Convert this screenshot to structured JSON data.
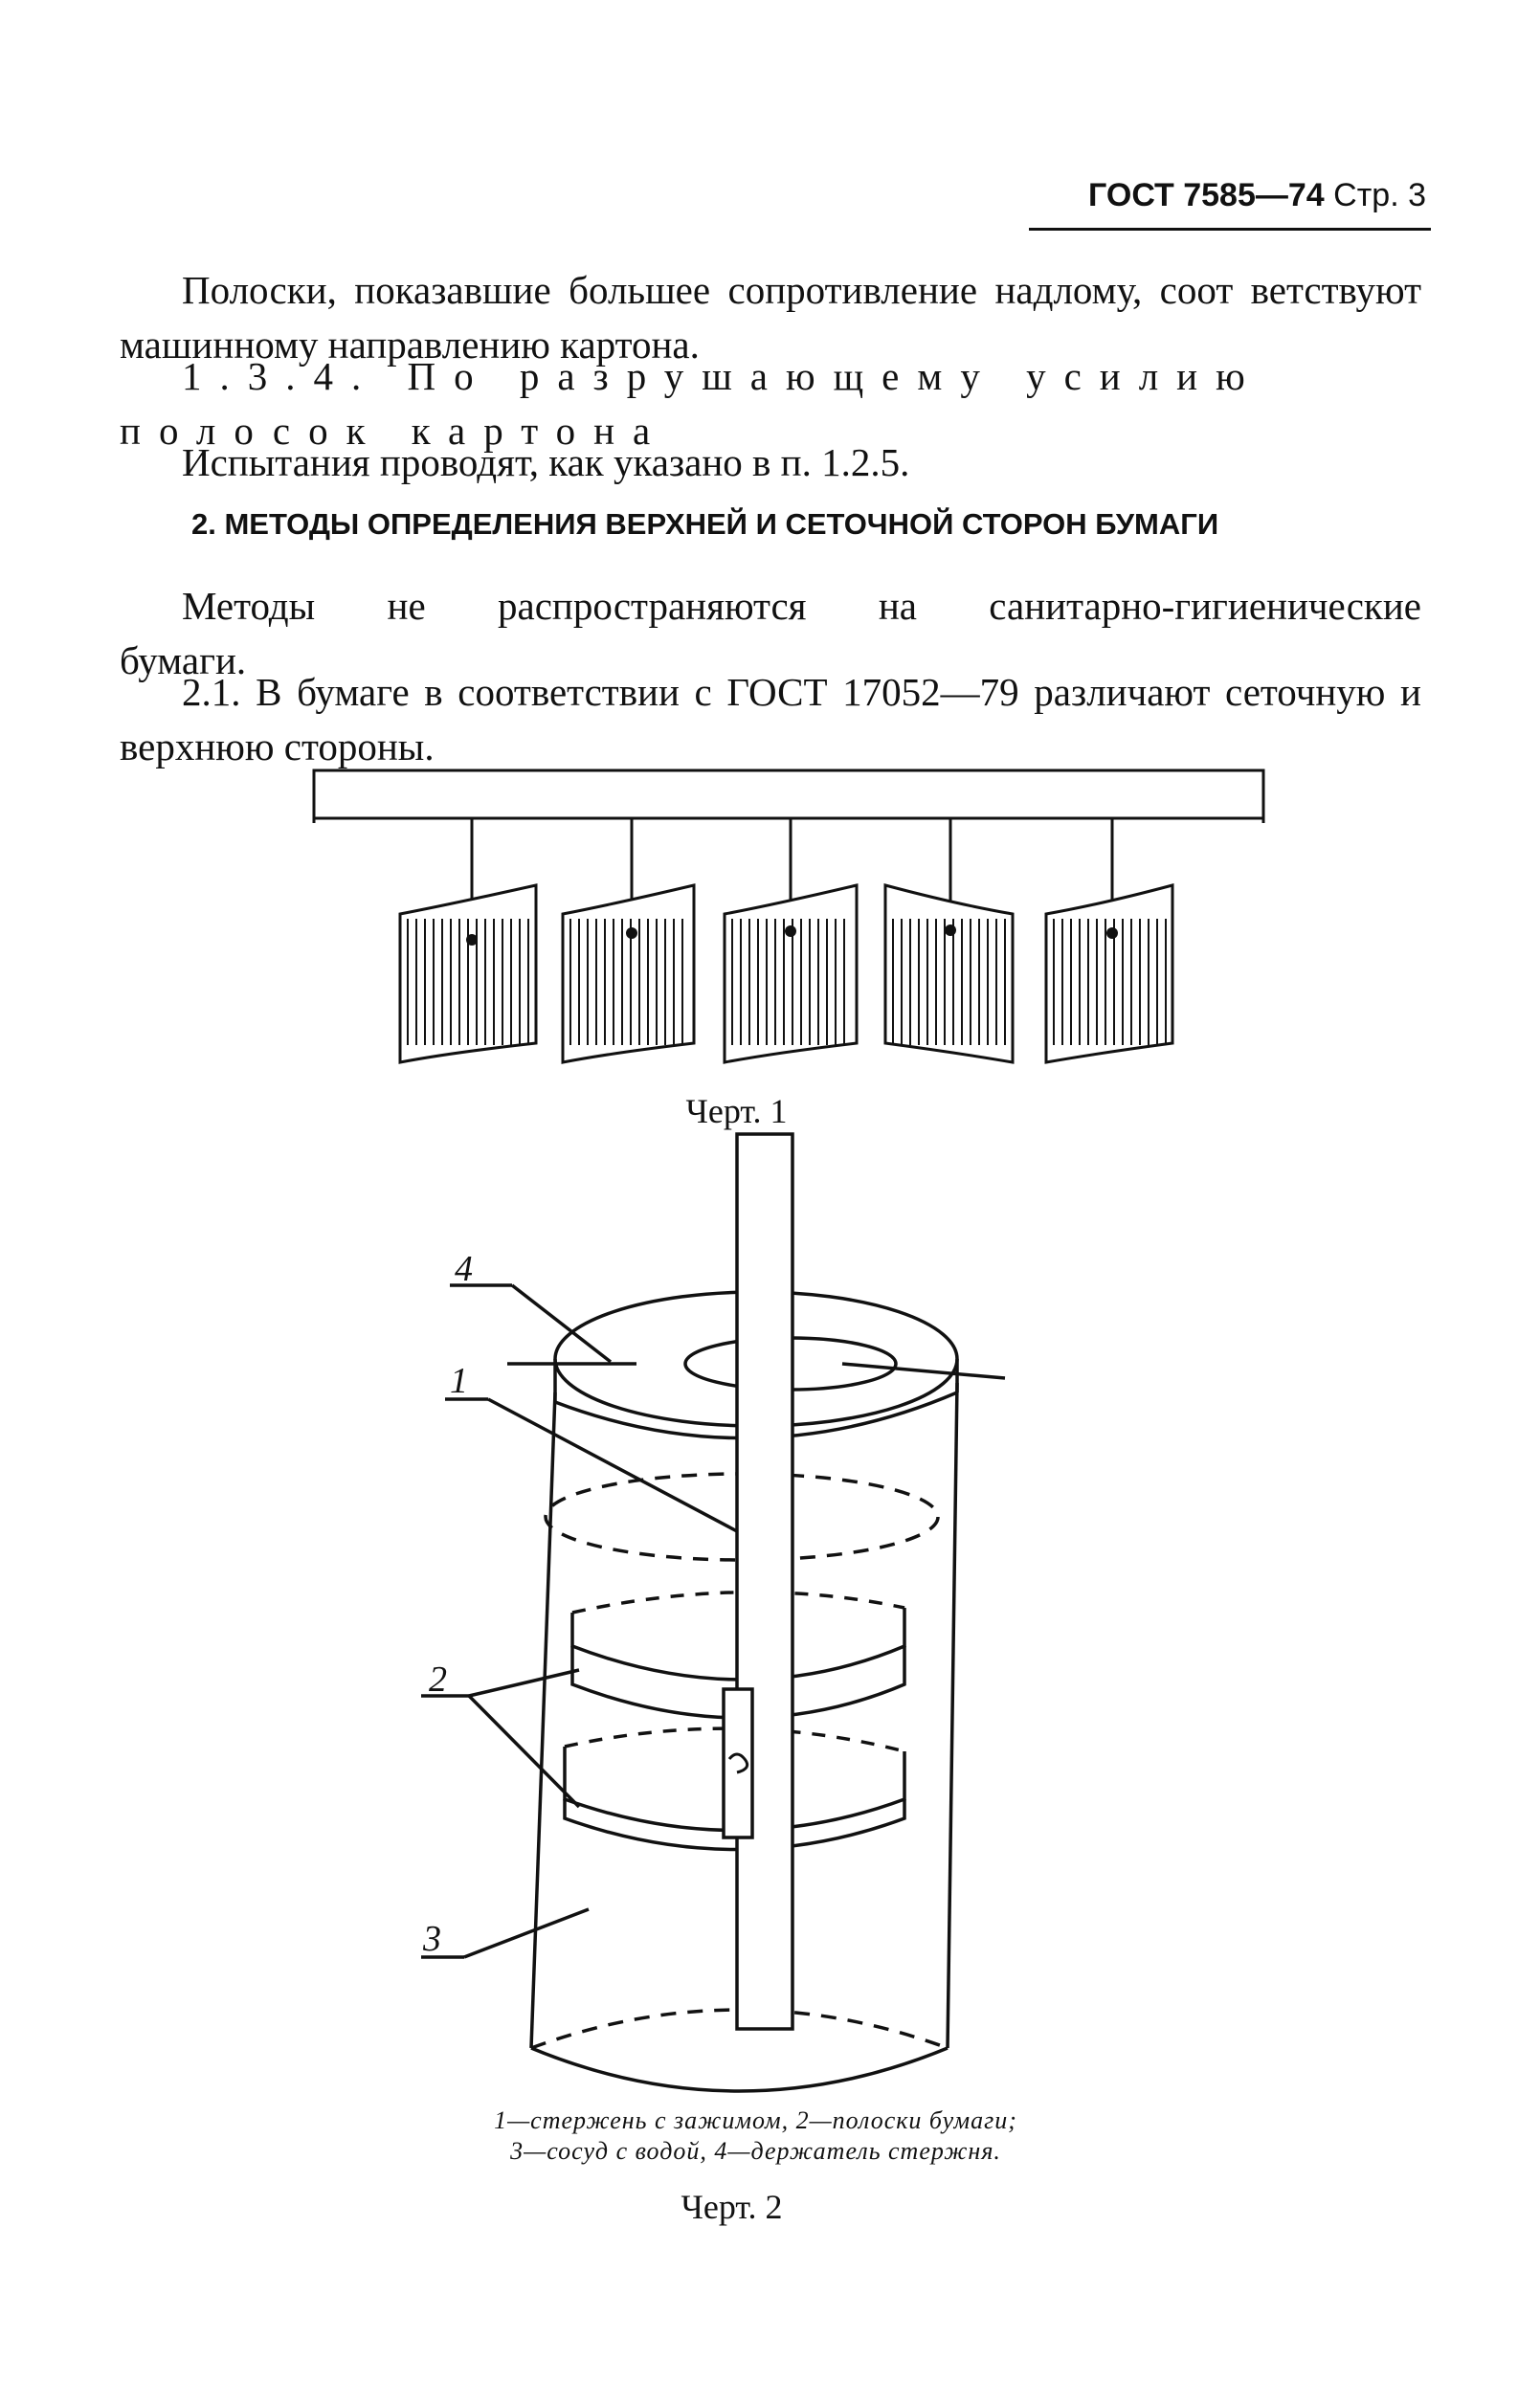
{
  "header": {
    "code": "ГОСТ 7585—74",
    "page": "Стр. 3"
  },
  "paragraphs": {
    "p1": "Полоски, показавшие большее сопротивление надлому, соот ветствуют машинному направлению картона.",
    "p2": "1.3.4. По разрушающему усилию полосок картона",
    "p3": "Испытания проводят, как указано в п. 1.2.5."
  },
  "section": {
    "title": "2. МЕТОДЫ ОПРЕДЕЛЕНИЯ ВЕРХНЕЙ И СЕТОЧНОЙ СТОРОН БУМАГИ"
  },
  "paragraphs2": {
    "p4": "Методы не распространяются на санитарно-гигиенические бумаги.",
    "p5": "2.1. В бумаге в соответствии с ГОСТ 17052—79 различают сеточную и верхнюю стороны."
  },
  "figure1": {
    "caption": "Черт. 1"
  },
  "figure2": {
    "labels": [
      "4",
      "1",
      "2",
      "3"
    ],
    "legend_line1": "1—стержень с зажимом, 2—полоски бумаги;",
    "legend_line2": "3—сосуд с водой, 4—держатель стержня.",
    "caption": "Черт. 2"
  }
}
